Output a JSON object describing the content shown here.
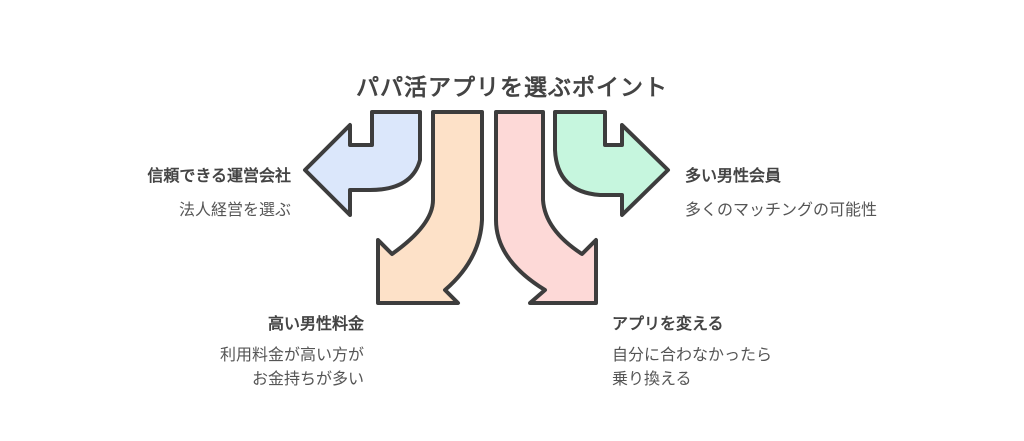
{
  "title": "パパ活アプリを選ぶポイント",
  "branches": [
    {
      "label": "信頼できる運営会社",
      "desc": [
        "法人経営を選ぶ"
      ],
      "color": "#dbe7fb"
    },
    {
      "label": "高い男性料金",
      "desc": [
        "利用料金が高い方が",
        "お金持ちが多い"
      ],
      "color": "#fde1c8"
    },
    {
      "label": "アプリを変える",
      "desc": [
        "自分に合わなかったら",
        "乗り換える"
      ],
      "color": "#fdd9d7"
    },
    {
      "label": "多い男性会員",
      "desc": [
        "多くのマッチングの可能性"
      ],
      "color": "#c6f6de"
    }
  ],
  "colors": {
    "stroke": "#3d3d3d",
    "text": "#444444"
  }
}
